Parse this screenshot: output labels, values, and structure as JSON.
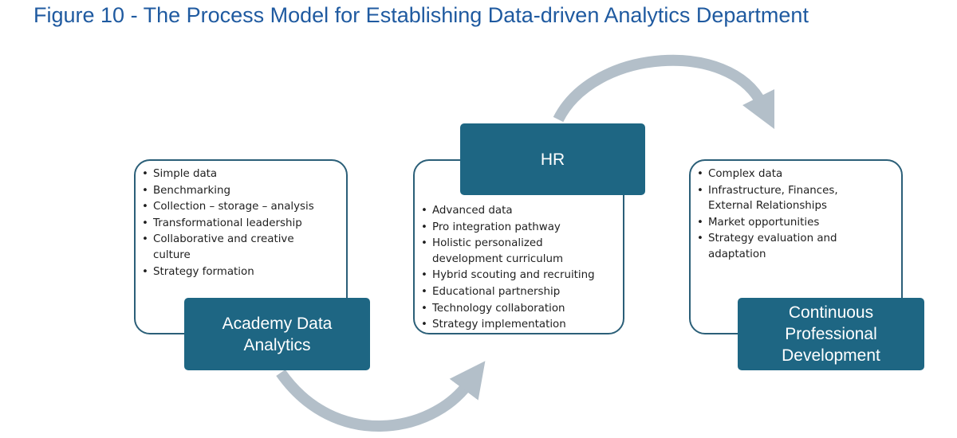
{
  "title": "Figure 10 - The Process Model for Establishing Data-driven Analytics Department",
  "colors": {
    "title": "#1f5aa0",
    "header_fill": "#1e6683",
    "card_border": "#2b5f78",
    "arrow": "#b3bfc9"
  },
  "stages": [
    {
      "name": "Academy Data Analytics",
      "items": [
        "Simple data",
        "Benchmarking",
        "Collection  – storage  – analysis",
        "Transformational  leadership",
        "Collaborative and creative culture",
        "Strategy formation"
      ]
    },
    {
      "name": "HR",
      "items": [
        "Advanced data",
        "Pro integration  pathway",
        "Holistic  personalized development curriculum",
        "Hybrid scouting  and recruiting",
        "Educational  partnership",
        "Technology  collaboration",
        "Strategy  implementation"
      ]
    },
    {
      "name": "Continuous Professional Development",
      "items": [
        "Complex data",
        "Infrastructure,  Finances, External Relationships",
        "Market opportunities",
        "Strategy evaluation  and adaptation"
      ]
    }
  ]
}
